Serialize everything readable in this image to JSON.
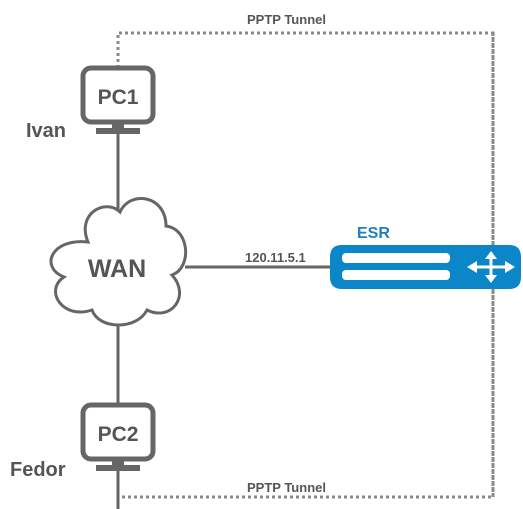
{
  "tunnel_top_label": "PPTP Tunnel",
  "tunnel_bottom_label": "PPTP Tunnel",
  "pc1": {
    "screen_label": "PC1",
    "user_label": "Ivan"
  },
  "pc2": {
    "screen_label": "PC2",
    "user_label": "Fedor"
  },
  "wan": {
    "label": "WAN"
  },
  "router": {
    "label": "ESR",
    "ip_label": "120.11.5.1"
  },
  "colors": {
    "line": "#666666",
    "text": "#555555",
    "router_blue": "#0B87C9",
    "router_label": "#1E7FC0",
    "white": "#ffffff"
  }
}
